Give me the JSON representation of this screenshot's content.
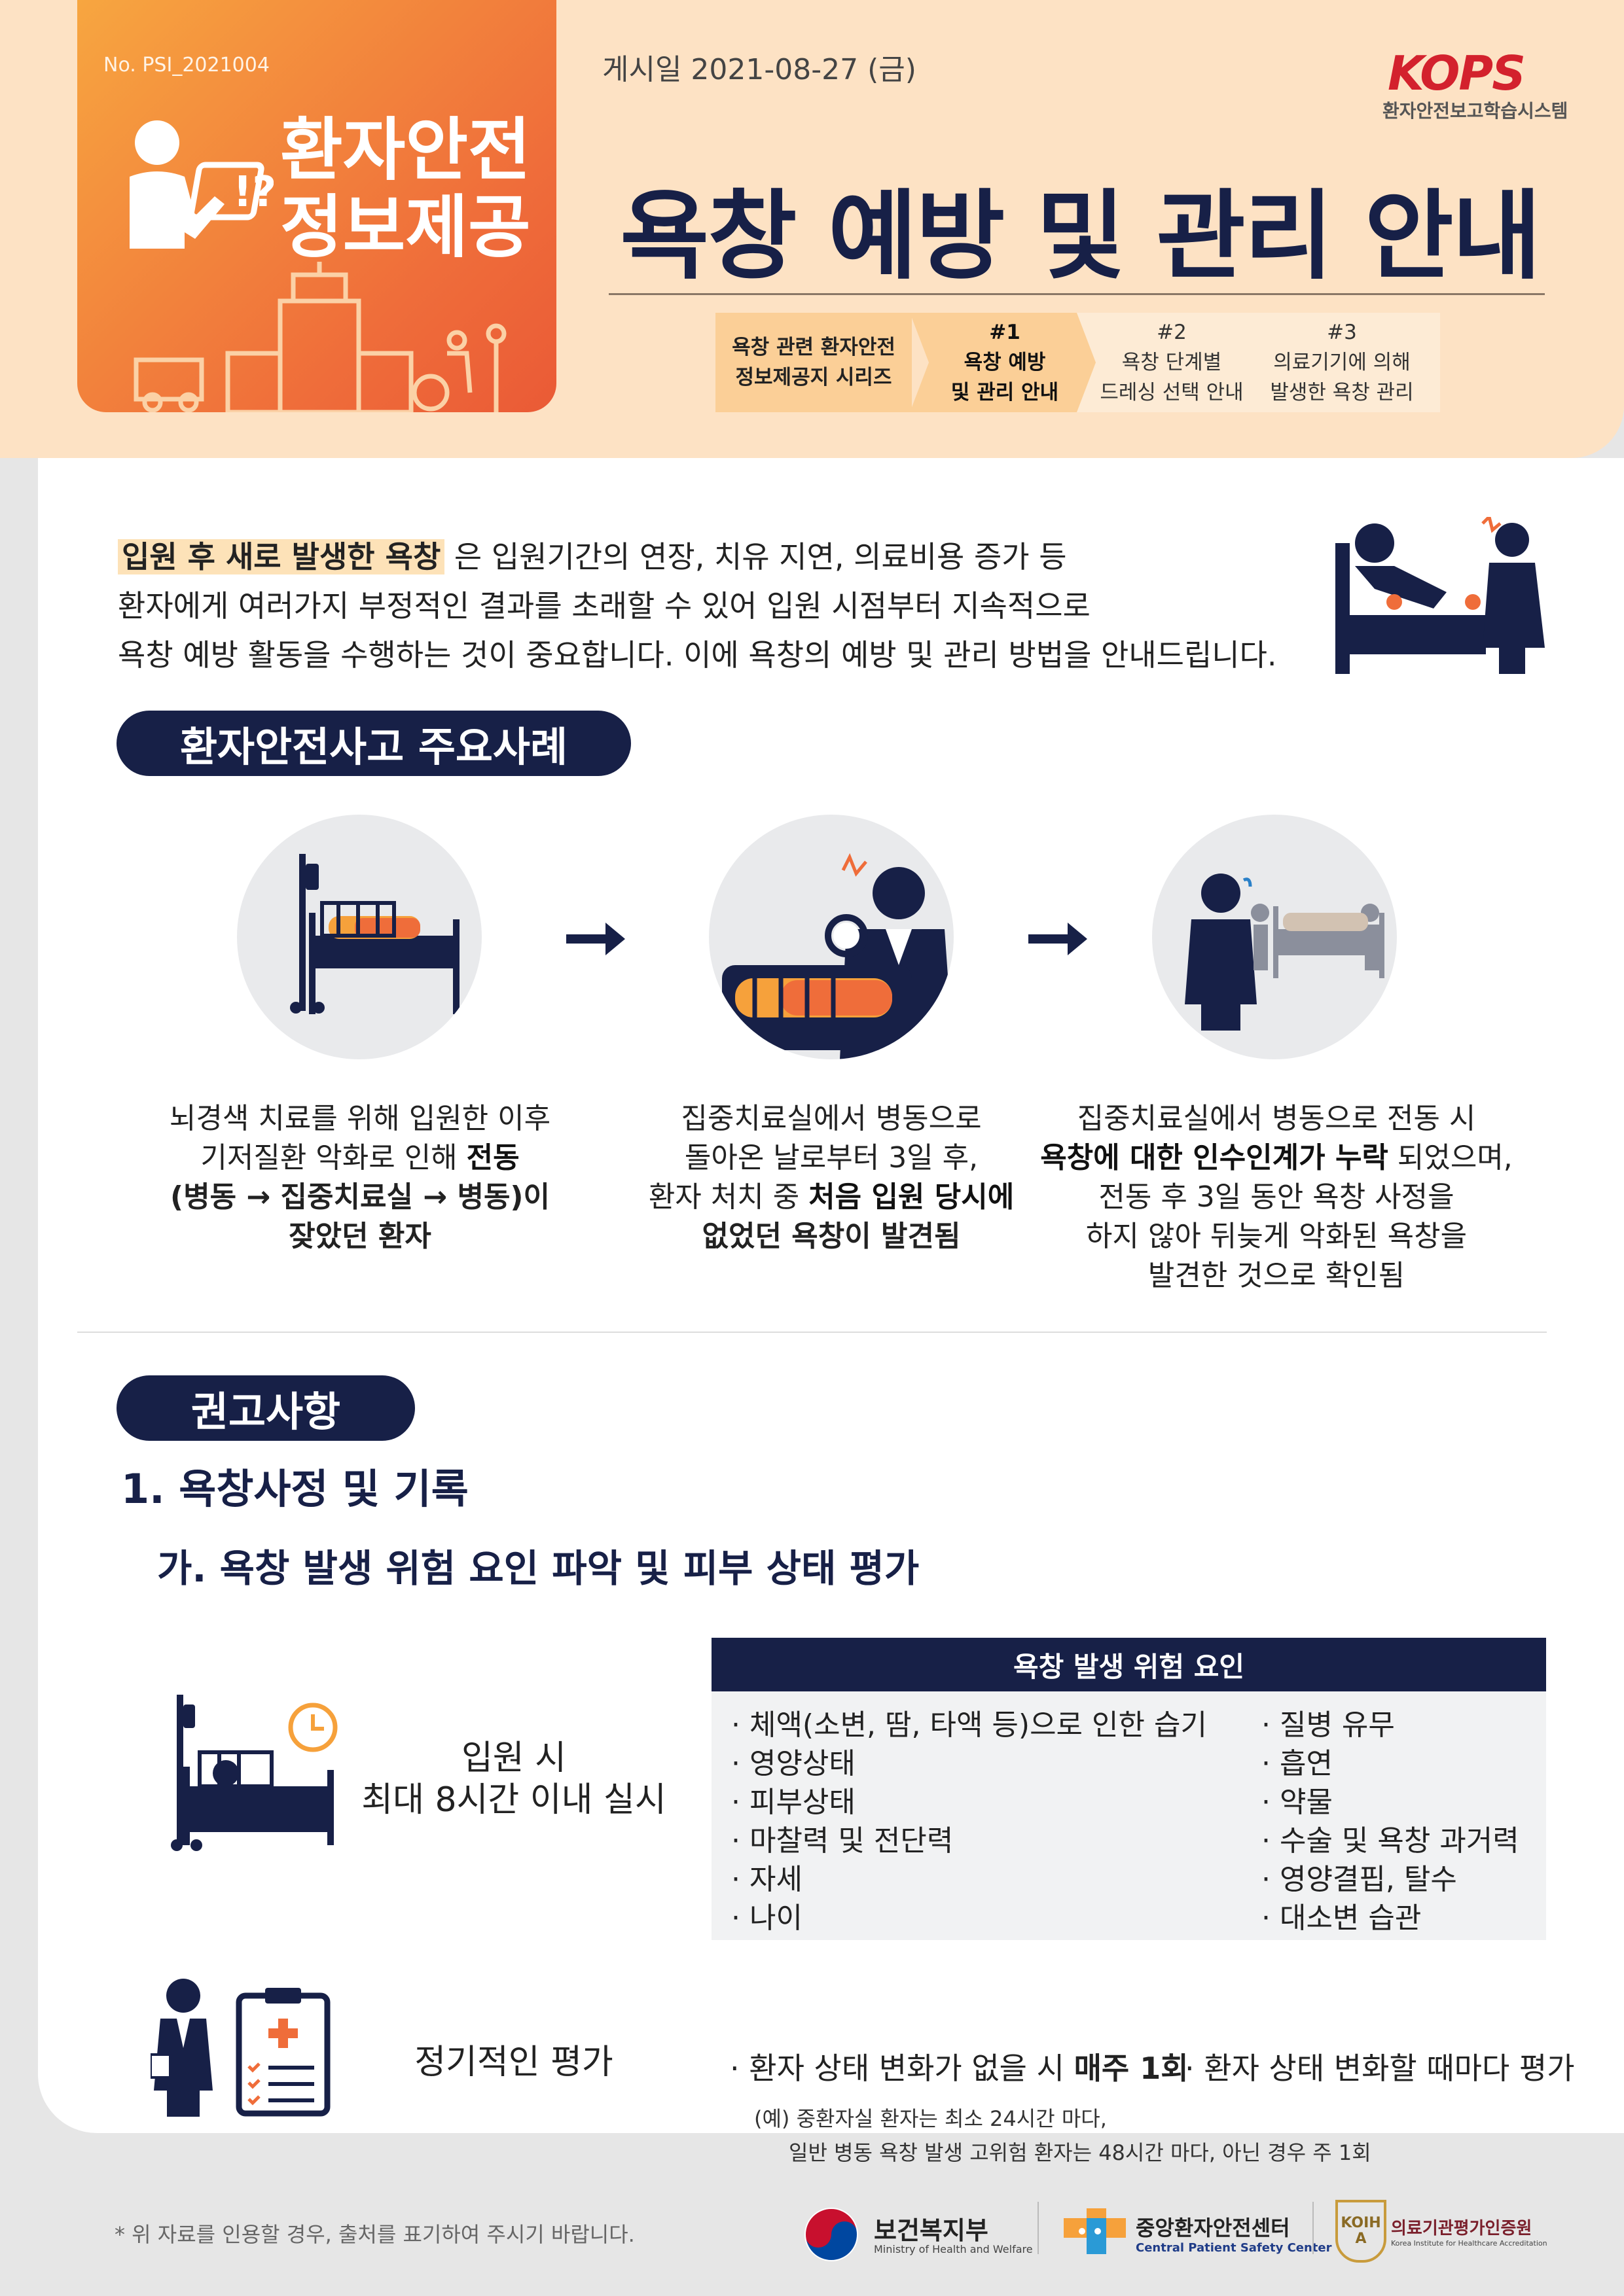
{
  "header": {
    "doc_no": "No. PSI_2021004",
    "card_title": "환자안전\n정보제공",
    "post_date": "게시일 2021-08-27 (금)",
    "logo_text": "KOPS",
    "logo_sub": "환자안전보고학습시스템",
    "main_title": "욕창 예방 및 관리 안내",
    "steps": [
      {
        "line1": "욕창 관련 환자안전",
        "line2": "정보제공지 시리즈",
        "line3": ""
      },
      {
        "line1": "#1",
        "line2": "욕창 예방",
        "line3": "및 관리 안내"
      },
      {
        "line1": "#2",
        "line2": "욕창 단계별",
        "line3": "드레싱 선택 안내"
      },
      {
        "line1": "#3",
        "line2": "의료기기에 의해",
        "line3": "발생한 욕창 관리"
      }
    ]
  },
  "intro": {
    "highlight": "입원 후 새로 발생한 욕창",
    "line1_rest": "은 입원기간의 연장, 치유 지연, 의료비용 증가 등",
    "line2": "환자에게 여러가지 부정적인 결과를 초래할 수 있어 입원 시점부터 지속적으로",
    "line3": "욕창 예방 활동을 수행하는 것이 중요합니다. 이에 욕창의 예방 및 관리 방법을 안내드립니다."
  },
  "cases": {
    "title": "환자안전사고 주요사례",
    "case1": {
      "l1": "뇌경색 치료를 위해 입원한 이후",
      "l2a": "기저질환 악화로 인해 ",
      "l2b": "전동",
      "l3": "(병동 → 집중치료실 → 병동)이",
      "l4": "잦았던 환자"
    },
    "case2": {
      "l1": "집중치료실에서 병동으로",
      "l2": "돌아온 날로부터 3일 후,",
      "l3a": "환자 처치 중 ",
      "l3b": "처음 입원 당시에",
      "l4": "없었던 욕창이 발견됨"
    },
    "case3": {
      "l1": "집중치료실에서 병동으로 전동 시",
      "l2a": "욕창에 대한 인수인계가 누락",
      "l2b": " 되었으며,",
      "l3": "전동 후 3일 동안 욕창 사정을",
      "l4": "하지 않아 뒤늦게 악화된 욕창을",
      "l5": "발견한 것으로 확인됨"
    }
  },
  "recommend": {
    "title": "권고사항",
    "h1": "1. 욕창사정 및 기록",
    "h2": "가. 욕창 발생 위험 요인 파악 및 피부 상태 평가",
    "admission_l1": "입원 시",
    "admission_l2": "최대 8시간 이내 실시",
    "risk_title": "욕창 발생 위험 요인",
    "risk_left": [
      "· 체액(소변, 땀, 타액 등)으로 인한 습기",
      "· 영양상태",
      "· 피부상태",
      "· 마찰력 및 전단력",
      "· 자세",
      "· 나이"
    ],
    "risk_right": [
      "· 질병 유무",
      "· 흡연",
      "· 약물",
      "· 수술 및 욕창 과거력",
      "· 영양결핍, 탈수",
      "· 대소변 습관"
    ],
    "periodic_label": "정기적인 평가",
    "periodic_a1": "· 환자 상태 변화가 없을 시 ",
    "periodic_a2": "매주 1회",
    "periodic_b": "· 환자 상태 변화할 때마다 평가",
    "note1": "(예) 중환자실 환자는 최소 24시간 마다,",
    "note2": "일반 병동 욕창 발생 고위험 환자는 48시간 마다, 아닌 경우 주 1회"
  },
  "footer": {
    "note": "* 위 자료를 인용할 경우, 출처를 표기하여 주시기 바랍니다.",
    "org1": "보건복지부",
    "org1_sub": "Ministry of Health and Welfare",
    "org2": "중앙환자안전센터",
    "org2_sub": "Central Patient Safety Center",
    "org3": "의료기관평가인증원",
    "org3_sub": "Korea Institute for Healthcare Accreditation",
    "org3_mark": "KOIHA"
  },
  "colors": {
    "navy": "#172047",
    "orange": "#ef6d3a",
    "peach": "#fde2c4",
    "red": "#d3212d"
  }
}
